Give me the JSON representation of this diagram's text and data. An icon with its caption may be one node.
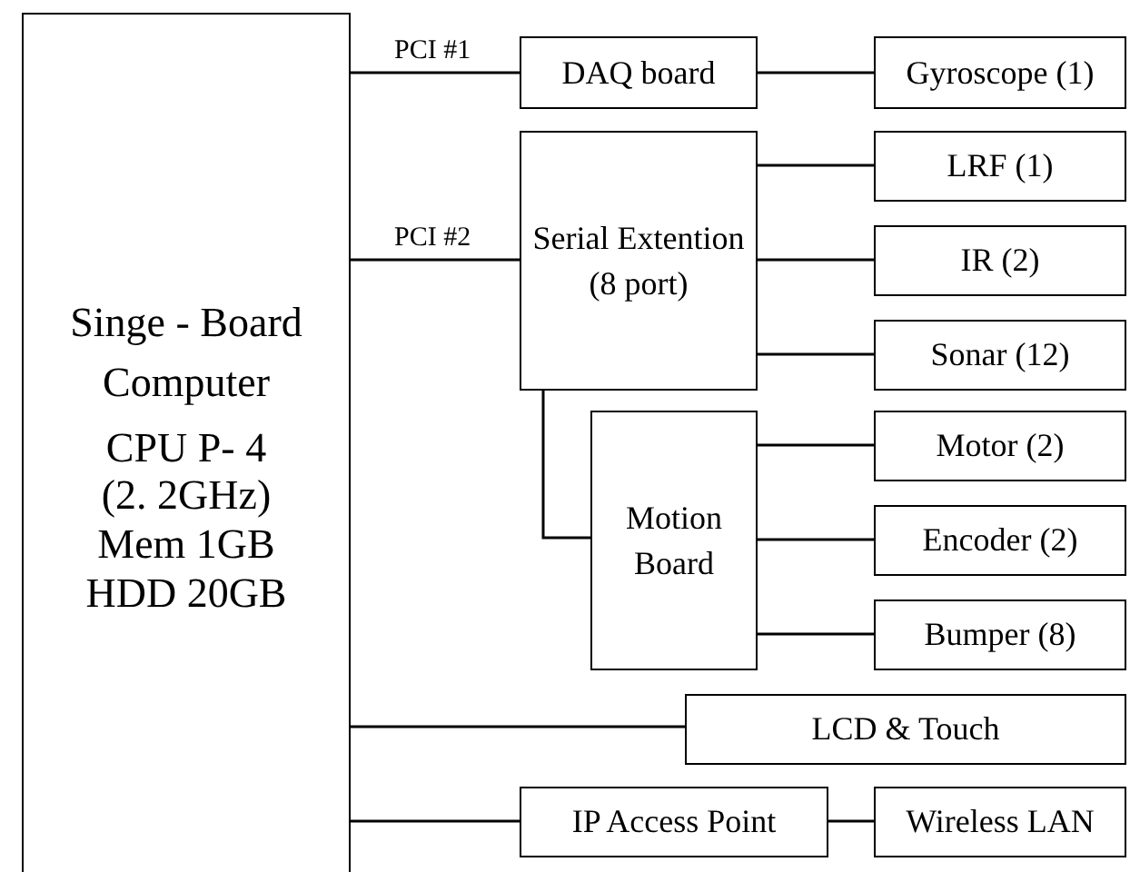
{
  "diagram": {
    "nodes": [
      {
        "text": [
          "Singe - Board Computer",
          "CPU P- 4",
          "(2. 2GHz)",
          "Mem 1GB",
          "HDD 20GB"
        ]
      },
      {
        "text": [
          "DAQ board"
        ]
      },
      {
        "text": [
          "Gyroscope (1)"
        ]
      },
      {
        "text": [
          "Serial Extention (8 port)"
        ]
      },
      {
        "text": [
          "LRF (1)"
        ]
      },
      {
        "text": [
          "IR (2)"
        ]
      },
      {
        "text": [
          "Sonar (12)"
        ]
      },
      {
        "text": [
          "Motion Board"
        ]
      },
      {
        "text": [
          "Motor (2)"
        ]
      },
      {
        "text": [
          "Encoder (2)"
        ]
      },
      {
        "text": [
          "Bumper (8)"
        ]
      },
      {
        "text": [
          "LCD & Touch"
        ]
      },
      {
        "text": [
          "IP Access Point"
        ]
      },
      {
        "text": [
          "Wireless LAN"
        ]
      }
    ],
    "edges": [
      {
        "from": 0,
        "to": 1,
        "arrow": "none",
        "label": "PCI #1"
      },
      {
        "from": 1,
        "to": 2,
        "arrow": "none"
      },
      {
        "from": 0,
        "to": 3,
        "arrow": "none",
        "label": "PCI #2"
      },
      {
        "from": 3,
        "to": 4,
        "arrow": "none"
      },
      {
        "from": 3,
        "to": 5,
        "arrow": "none"
      },
      {
        "from": 3,
        "to": 6,
        "arrow": "none"
      },
      {
        "from": 3,
        "to": 7,
        "arrow": "none"
      },
      {
        "from": 7,
        "to": 8,
        "arrow": "none"
      },
      {
        "from": 7,
        "to": 9,
        "arrow": "none"
      },
      {
        "from": 7,
        "to": 10,
        "arrow": "none"
      },
      {
        "from": 0,
        "to": 11,
        "arrow": "none"
      },
      {
        "from": 0,
        "to": 12,
        "arrow": "none"
      },
      {
        "from": 12,
        "to": 13,
        "arrow": "none"
      }
    ]
  }
}
